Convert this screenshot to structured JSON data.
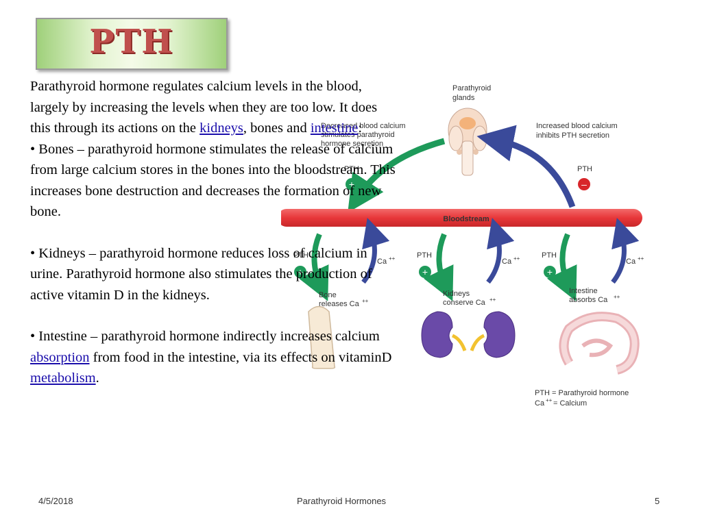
{
  "slide": {
    "title": "PTH",
    "intro": {
      "part1": "Parathyroid hormone regulates calcium levels in the blood, largely by increasing the levels when they are too low. It does this through its actions on the ",
      "link_kidneys": "kidneys",
      "part2": ", bones and ",
      "link_intestine": "intestine",
      "part3": ":"
    },
    "bones": "• Bones – parathyroid hormone stimulates the release of calcium from large calcium stores in the bones into the bloodstream. This increases bone destruction and decreases the formation of new bone.",
    "kidneys": "• Kidneys – parathyroid hormone reduces loss of calcium in urine. Parathyroid hormone also stimulates the production of active vitamin D in the kidneys.",
    "intestine": {
      "part1": "• Intestine – parathyroid hormone indirectly increases calcium ",
      "link_absorption": "absorption",
      "part2": " from food in the intestine, via its effects on vitaminD ",
      "link_metabolism": "metabolism",
      "part3": "."
    }
  },
  "diagram": {
    "glands_label_1": "Parathyroid",
    "glands_label_2": "glands",
    "decreased_1": "Decreased blood calcium",
    "decreased_2": "stimulates parathyroid",
    "decreased_3": "hormone secretion",
    "increased_1": "Increased blood calcium",
    "increased_2": "inhibits PTH secretion",
    "pth": "PTH",
    "ca": "Ca",
    "ca_sup": "++",
    "plus": "+",
    "minus": "–",
    "bloodstream": "Bloodstream",
    "bone_1": "Bone",
    "bone_2": "releases Ca",
    "kidneys_1": "Kidneys",
    "kidneys_2": "conserve Ca",
    "intestine_1": "Intestine",
    "intestine_2": "absorbs Ca",
    "legend_1": "PTH  = Parathyroid hormone",
    "legend_2": "Ca",
    "legend_2b": " = Calcium"
  },
  "footer": {
    "date": "4/5/2018",
    "center": "Parathyroid  Hormones",
    "page": "5"
  },
  "colors": {
    "title": "#c0504d",
    "link": "#1a0dab",
    "bloodstream": "#e8373a",
    "green_arrow": "#1e9a5a",
    "blue_arrow": "#3a4a9a",
    "kidney": "#6a4aa8"
  }
}
